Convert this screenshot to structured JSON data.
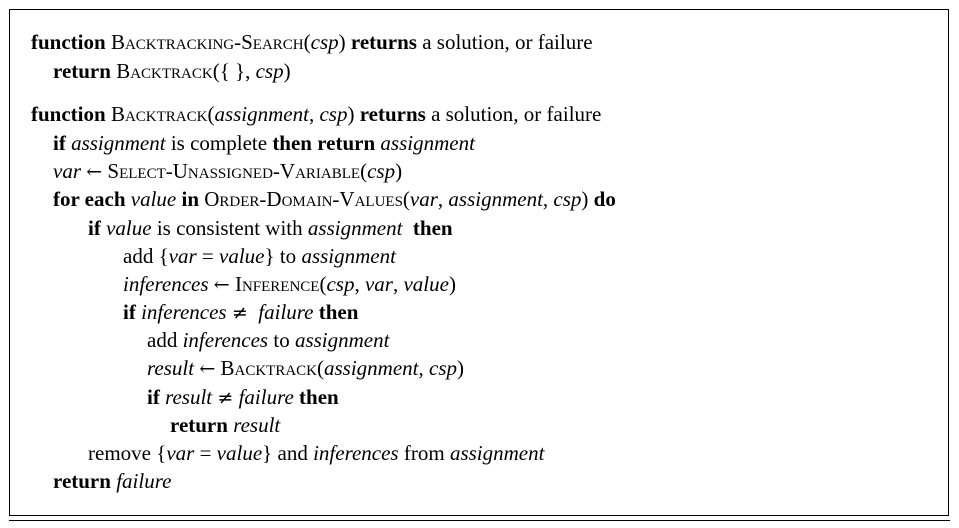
{
  "algorithm1": {
    "line1": {
      "kw_function": "function",
      "name": "Backtracking-Search",
      "open": "(",
      "arg": "csp",
      "close": ")",
      "kw_returns": "returns",
      "rest": "a solution, or failure"
    },
    "line2": {
      "kw_return": "return",
      "name": "Backtrack",
      "args_prefix": "({ }, ",
      "arg": "csp",
      "close": ")"
    }
  },
  "algorithm2": {
    "header": {
      "kw_function": "function",
      "name": "Backtrack",
      "open": "(",
      "arg1": "assignment",
      "sep": ", ",
      "arg2": "csp",
      "close": ")",
      "kw_returns": "returns",
      "rest": "a solution, or failure"
    },
    "l1": {
      "kw_if": "if",
      "var": "assignment",
      "text": "is complete",
      "kw_then_return": "then return",
      "var2": "assignment"
    },
    "l2": {
      "var": "var",
      "arrow": "←",
      "fn": "Select-Unassigned-Variable",
      "open": "(",
      "arg": "csp",
      "close": ")"
    },
    "l3": {
      "kw_for_each": "for each",
      "var": "value",
      "kw_in": "in",
      "fn": "Order-Domain-Values",
      "open": "(",
      "arg1": "var",
      "sep1": ", ",
      "arg2": "assignment",
      "sep2": ", ",
      "arg3": "csp",
      "close": ")",
      "kw_do": "do"
    },
    "l4": {
      "kw_if": "if",
      "var": "value",
      "text": "is consistent with",
      "var2": "assignment",
      "kw_then": "then"
    },
    "l5": {
      "text": "add",
      "lbrace": "{",
      "var": "var",
      "eq": "=",
      "val": "value",
      "rbrace": "}",
      "to": "to",
      "var2": "assignment"
    },
    "l6": {
      "var": "inferences",
      "arrow": "←",
      "fn": "Inference",
      "open": "(",
      "arg1": "csp",
      "sep1": ", ",
      "arg2": "var",
      "sep2": ", ",
      "arg3": "value",
      "close": ")"
    },
    "l7": {
      "kw_if": "if",
      "var": "inferences",
      "neq": "≠",
      "val": "failure",
      "kw_then": "then"
    },
    "l8": {
      "text": "add",
      "var": "inferences",
      "to": "to",
      "var2": "assignment"
    },
    "l9": {
      "var": "result",
      "arrow": "←",
      "fn": "Backtrack",
      "open": "(",
      "arg1": "assignment",
      "sep": ", ",
      "arg2": "csp",
      "close": ")"
    },
    "l10": {
      "kw_if": "if",
      "var": "result",
      "neq": "≠",
      "val": "failure",
      "kw_then": "then"
    },
    "l11": {
      "kw_return": "return",
      "var": "result"
    },
    "l12": {
      "text": "remove",
      "lbrace": "{",
      "var": "var",
      "eq": "=",
      "val": "value",
      "rbrace": "}",
      "and": "and",
      "var2": "inferences",
      "from": "from",
      "var3": "assignment"
    },
    "l13": {
      "kw_return": "return",
      "var": "failure"
    }
  }
}
